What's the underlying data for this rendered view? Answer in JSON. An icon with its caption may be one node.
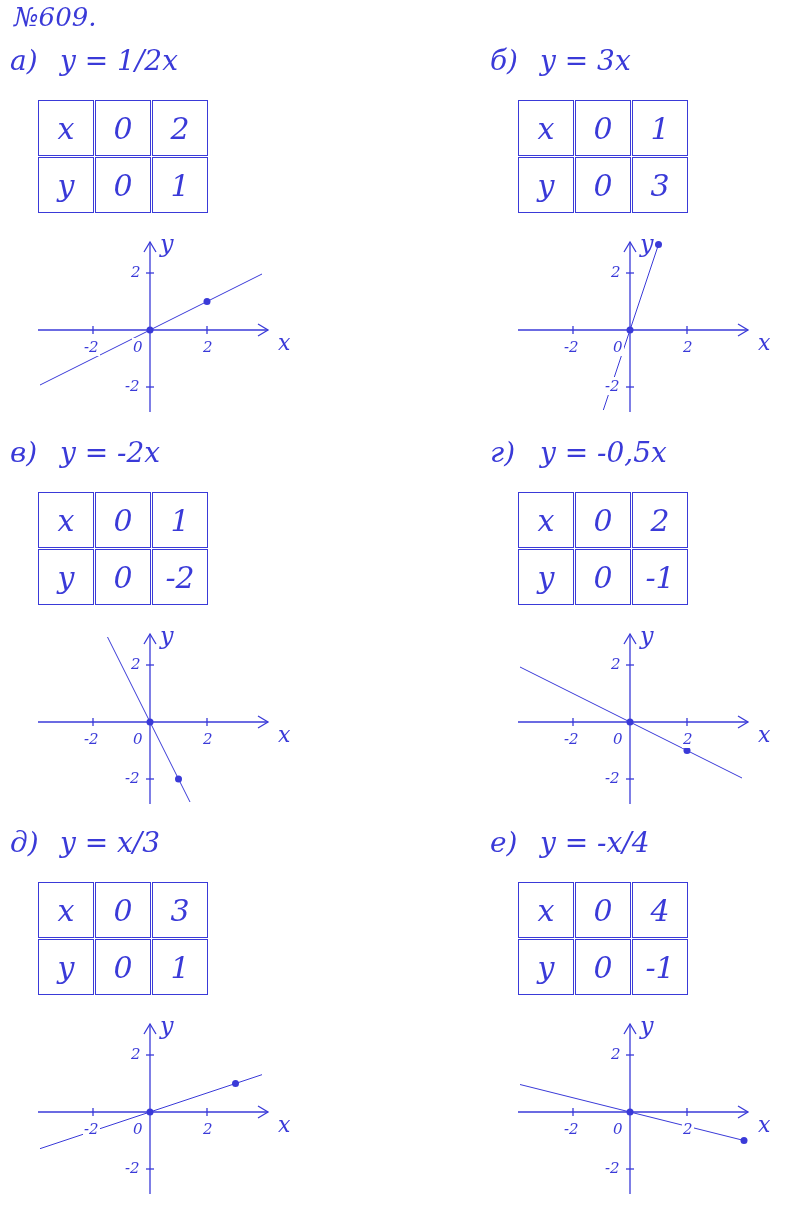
{
  "diagram": {
    "title": "№609.",
    "labels": [
      "а)",
      "y = 1/2x",
      "x",
      "0",
      "2",
      "y",
      "0",
      "1",
      "y",
      "2",
      "-2",
      "0",
      "2",
      "x",
      "-2",
      "б)",
      "y = 3x",
      "x",
      "0",
      "1",
      "y",
      "0",
      "3",
      "y",
      "2",
      "-2",
      "0",
      "2",
      "x",
      "-2",
      "в)",
      "y = -2x",
      "x",
      "0",
      "1",
      "y",
      "0",
      "-2",
      "y",
      "2",
      "-2",
      "0",
      "2",
      "x",
      "-2",
      "г)",
      "y = -0,5x",
      "x",
      "0",
      "2",
      "y",
      "0",
      "-1",
      "y",
      "2",
      "-2",
      "0",
      "2",
      "x",
      "-2",
      "д)",
      "y = x/3",
      "x",
      "0",
      "3",
      "y",
      "0",
      "1",
      "y",
      "2",
      "-2",
      "0",
      "2",
      "x",
      "-2",
      "е)",
      "y = -x/4",
      "x",
      "0",
      "4",
      "y",
      "0",
      "-1",
      "y",
      "2",
      "-2",
      "0",
      "2",
      "x",
      "-2"
    ]
  }
}
